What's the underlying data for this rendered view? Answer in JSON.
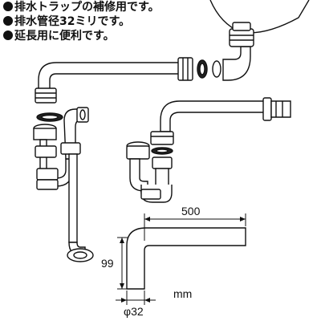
{
  "features": [
    "排水トラップの補修用です。",
    "排水管径32ミリです。",
    "延長用に便利です。"
  ],
  "dimensions": {
    "length": "500",
    "height": "99",
    "diameter": "φ32",
    "unit": "mm"
  }
}
